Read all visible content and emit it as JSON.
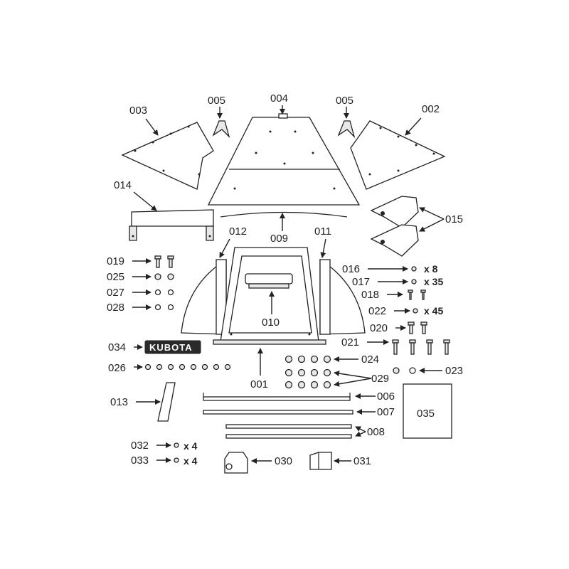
{
  "labels": {
    "l001": "001",
    "l002": "002",
    "l003": "003",
    "l004": "004",
    "l005a": "005",
    "l005b": "005",
    "l006": "006",
    "l007": "007",
    "l008": "008",
    "l009": "009",
    "l010": "010",
    "l011": "011",
    "l012": "012",
    "l013": "013",
    "l014": "014",
    "l015": "015",
    "l016": "016",
    "l017": "017",
    "l018": "018",
    "l019": "019",
    "l020": "020",
    "l021": "021",
    "l022": "022",
    "l023": "023",
    "l024": "024",
    "l025": "025",
    "l026": "026",
    "l027": "027",
    "l028": "028",
    "l029": "029",
    "l030": "030",
    "l031": "031",
    "l032": "032",
    "l033": "033",
    "l034": "034",
    "l035": "035"
  },
  "quantities": {
    "q016": "x 8",
    "q017": "x 35",
    "q022": "x 45",
    "q032": "x 4",
    "q033": "x 4"
  },
  "badge_text": "KUBOTA"
}
